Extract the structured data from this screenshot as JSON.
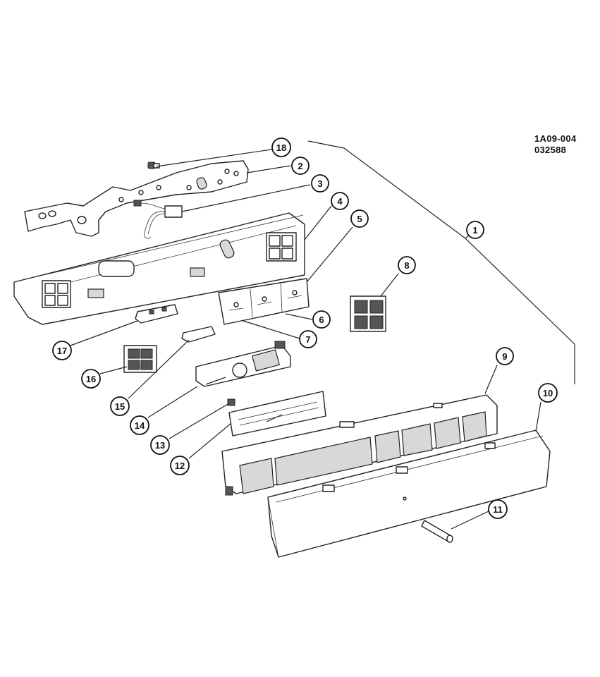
{
  "drawing_code": {
    "line1": "1A09-004",
    "line2": "032588"
  },
  "callouts": [
    {
      "label": "1"
    },
    {
      "label": "2"
    },
    {
      "label": "3"
    },
    {
      "label": "4"
    },
    {
      "label": "5"
    },
    {
      "label": "6"
    },
    {
      "label": "7"
    },
    {
      "label": "8"
    },
    {
      "label": "9"
    },
    {
      "label": "10"
    },
    {
      "label": "11"
    },
    {
      "label": "12"
    },
    {
      "label": "13"
    },
    {
      "label": "14"
    },
    {
      "label": "15"
    },
    {
      "label": "16"
    },
    {
      "label": "17"
    },
    {
      "label": "18"
    }
  ]
}
